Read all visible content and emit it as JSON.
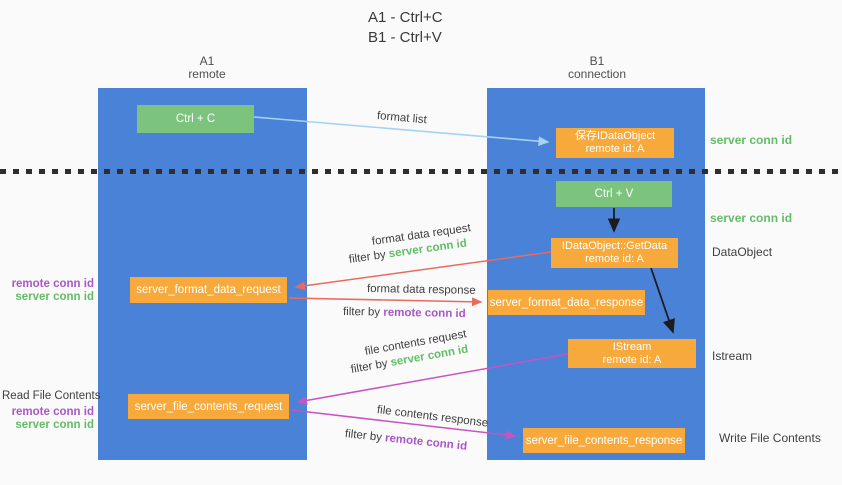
{
  "title": {
    "line1": "A1 - Ctrl+C",
    "line2": "B1 - Ctrl+V"
  },
  "lanes": {
    "a": {
      "name": "A1",
      "role": "remote"
    },
    "b": {
      "name": "B1",
      "role": "connection"
    }
  },
  "nodes": {
    "ctrl_c": {
      "label": "Ctrl + C"
    },
    "ctrl_v": {
      "label": "Ctrl + V"
    },
    "save_dataobject": {
      "line1": "保存IDataObject",
      "line2": "remote id: A"
    },
    "getdata": {
      "line1": "IDataObject::GetData",
      "line2": "remote id: A"
    },
    "istream": {
      "line1": "IStream",
      "line2": "remote id: A"
    },
    "server_format_data_request": {
      "label": "server_format_data_request"
    },
    "server_format_data_response": {
      "label": "server_format_data_response"
    },
    "server_file_contents_request": {
      "label": "server_file_contents_request"
    },
    "server_file_contents_response": {
      "label": "server_file_contents_response"
    }
  },
  "edges": {
    "format_list": {
      "label": "format list"
    },
    "format_data_request": {
      "label": "format data request",
      "filter_prefix": "filter by",
      "filter_id": "server conn id"
    },
    "format_data_response": {
      "label": "format data response",
      "filter_prefix": "filter by",
      "filter_id": "remote conn id"
    },
    "file_contents_request": {
      "label": "file contents request",
      "filter_prefix": "filter by",
      "filter_id": "server conn id"
    },
    "file_contents_response": {
      "label": "file contents response",
      "filter_prefix": "filter by",
      "filter_id": "remote conn id"
    }
  },
  "side_labels": {
    "server_conn_id_top": "server conn id",
    "server_conn_id_mid": "server conn id",
    "dataobject": "DataObject",
    "istream": "Istream",
    "write_file_contents": "Write File Contents",
    "read_file_contents": "Read File Contents",
    "left_remote_conn_id": "remote conn id",
    "left_server_conn_id": "server conn id"
  },
  "colors": {
    "lane_blue": "#4a82d8",
    "box_green": "#7cc47e",
    "box_orange": "#f7a93b",
    "id_green": "#62bd66",
    "id_purple": "#a957c5",
    "arrow_blue": "#a6d3f0",
    "arrow_red": "#e96b5f",
    "arrow_magenta": "#c655c0",
    "arrow_black": "#1c1c1c"
  }
}
